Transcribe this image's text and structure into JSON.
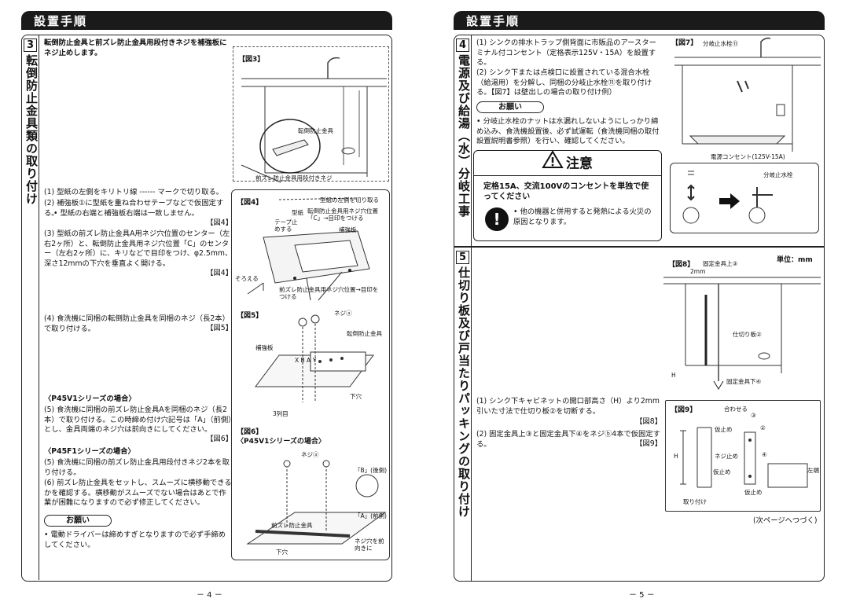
{
  "left": {
    "header": "設置手順",
    "section": {
      "num": "3",
      "title": "転倒防止金具類の取り付け",
      "intro": "転倒防止金具と前ズレ防止金具用段付きネジを補強板にネジ止めします。",
      "steps": [
        {
          "text": "(1) 型紙の左側をキリトリ線 ------ マークで切り取る。"
        },
        {
          "text": "(2) 補強板①に型紙を重ね合わせテープなどで仮固定する。",
          "sub": "• 型紙の右端と補強板右端は一致しません。",
          "ref": "【図4】"
        },
        {
          "text": "(3) 型紙の前ズレ防止金具A用ネジ穴位置のセンター（左右2ヶ所）と、転倒防止金具用ネジ穴位置「C」のセンター（左右2ヶ所）に、キリなどで目印をつけ、φ2.5mm、深さ12mmの下穴を垂直よく開ける。",
          "ref": "【図4】"
        },
        {
          "text": "(4) 食洗機に同梱の転倒防止金具を同梱のネジ（長2本）で取り付ける。",
          "ref": "【図5】"
        }
      ],
      "p45v1_heading": "〈P45V1シリーズの場合〉",
      "p45v1_text": "(5) 食洗機に同梱の前ズレ防止金具Aを同梱のネジ（長2本）で取り付ける。この時締め付け穴記号は「A」（前側）とし、金具両端のネジ穴は前向きにしてください。",
      "p45v1_ref": "【図6】",
      "p45f1_heading": "〈P45F1シリーズの場合〉",
      "p45f1_text": "(5) 食洗機に同梱の前ズレ防止金具用段付きネジ2本を取り付ける。",
      "step6": "(6) 前ズレ防止金具をセットし、スムーズに横移動できるかを確認する。横移動がスムーズでない場合はあとで作業が困難になりますので必ず修正してください。",
      "onegai_label": "お願い",
      "onegai_text": "• 電動ドライバーは締めすぎとなりますので必ず手締めしてください。"
    },
    "fig3": {
      "label": "【図3】",
      "callout1": "転倒防止金具",
      "callout2": "前ズレ防止金具用段付きネジ"
    },
    "fig4": {
      "label": "【図4】",
      "c1": "型紙の左側を切り取る",
      "c2": "型紙",
      "c3": "転倒防止金具用ネジ穴位置「C」→目印をつける",
      "c4": "テープ止めする",
      "c5": "補強板",
      "c6": "そろえる",
      "c7": "前ズレ防止金具用ネジ穴位置→目印をつける"
    },
    "fig5": {
      "label": "【図5】",
      "c1": "ネジⓐ",
      "c2": "転倒防止金具",
      "c3": "補強板",
      "c4": "下穴",
      "c5": "3列目",
      "letters": "X B A Y"
    },
    "fig6": {
      "label": "【図6】",
      "sub": "〈P45V1シリーズの場合〉",
      "c1": "ネジⓐ",
      "c2": "「B」(後側)",
      "c3": "「A」(前側)",
      "c4": "前ズレ防止金具",
      "c5": "ネジ穴を前向きに",
      "c6": "下穴"
    },
    "page_number": "－ 4 －"
  },
  "right": {
    "header": "設置手順",
    "section4": {
      "num": "4",
      "title": "電源及び給湯（水）分岐工事",
      "step1": "(1) シンクの排水トラップ側背面に市販品のアースターミナル付コンセント（定格表示125V・15A）を設置する。",
      "step2": "(2) シンク下または点検口に設置されている混合水栓（給湯用）を分解し、同梱の分岐止水栓⑪を取り付ける。【図7】は壁出しの場合の取り付け例）",
      "onegai_label": "お願い",
      "onegai_text": "• 分岐止水栓のナットは水漏れしないようにしっかり締め込み、食洗機設置後、必ず試運転（食洗機同梱の取付設置説明書参照）を行い、確認してください。",
      "caution_title": "注意",
      "caution_bold": "定格15A、交流100Vのコンセントを単独で使ってください",
      "caution_text": "• 他の機器と併用すると発熱による火災の原因となります。"
    },
    "fig7": {
      "label": "【図7】",
      "c1": "分岐止水栓⑪",
      "c2": "電源コンセント(125V-15A)",
      "c3": "分岐止水栓"
    },
    "section5": {
      "num": "5",
      "title": "仕切り板及び戸当たりパッキングの取り付け",
      "step1": "(1) シンク下キャビネットの開口部高さ（H）より2mm引いた寸法で仕切り板②を切断する。",
      "step1_ref": "【図8】",
      "step2": "(2) 固定金具上③と固定金具下④をネジⓑ4本で仮固定する。",
      "step2_ref": "【図9】",
      "unit": "単位：mm",
      "continue": "(次ページへつづく)"
    },
    "fig8": {
      "label": "【図8】",
      "c1": "固定金具上③",
      "c2": "2mm",
      "c3": "仕切り板②",
      "c4": "H",
      "c5": "固定金具下④"
    },
    "fig9": {
      "label": "【図9】",
      "c1": "合わせる",
      "c2": "③",
      "c3": "仮止め",
      "c4": "②",
      "c5": "ネジ止め",
      "c6": "H",
      "c7": "④",
      "c8": "仮止め",
      "c9": "仮止め",
      "c10": "取り付け",
      "c11": "左端"
    },
    "page_number": "－ 5 －"
  }
}
